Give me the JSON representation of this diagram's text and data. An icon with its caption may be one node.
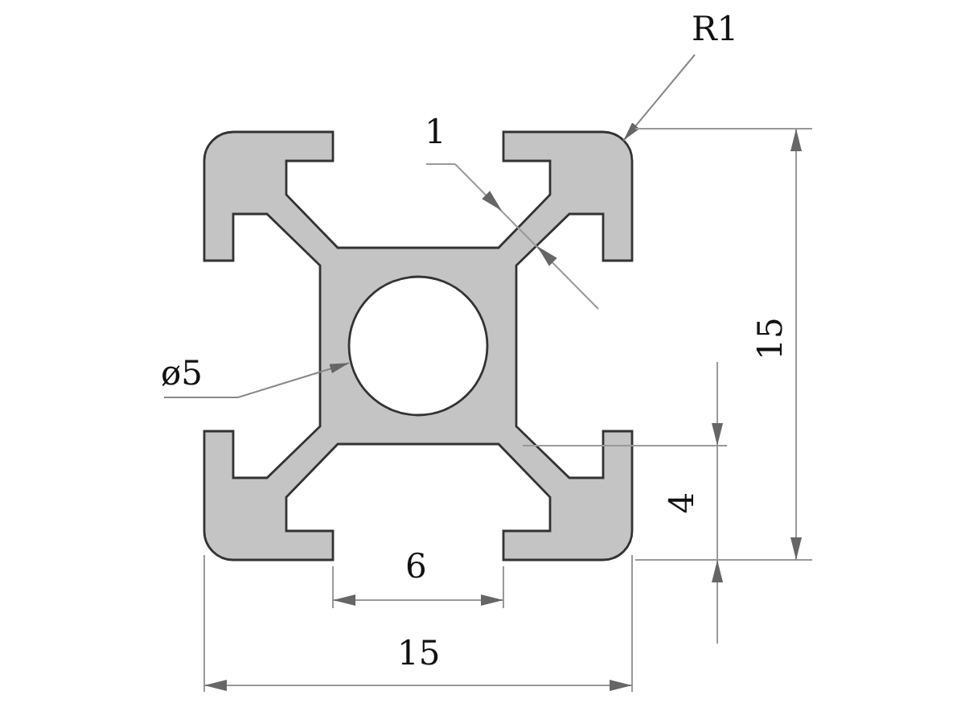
{
  "diagram": {
    "nodes": [
      {
        "text": [
          "R1"
        ]
      },
      {
        "text": [],
        "shape": "picture"
      },
      {
        "text": [
          "ø5"
        ]
      },
      {
        "text": [],
        "shape": "circle",
        "in": 1
      }
    ],
    "edges": [
      {
        "from": 0,
        "to": 1,
        "arrow": "to"
      },
      {
        "from": 2,
        "to": 3,
        "arrow": "to"
      }
    ],
    "labels": [
      "1",
      "15",
      "4",
      "6",
      "15"
    ]
  }
}
